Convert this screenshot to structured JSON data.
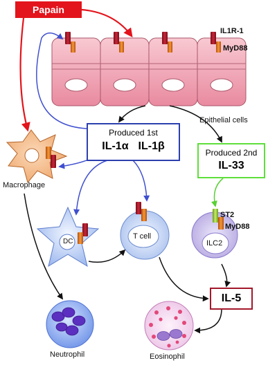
{
  "stimulus": {
    "label": "Papain",
    "color": "#e3141b"
  },
  "epithelium": {
    "label": "Epithelial cells",
    "receptor_label": "IL1R-1",
    "adaptor_label": "MyD88"
  },
  "first_wave": {
    "heading": "Produced 1st",
    "cytokine_a": "IL-1α",
    "cytokine_b": "IL-1β",
    "border_color": "#2b3fae"
  },
  "second_wave": {
    "heading": "Produced 2nd",
    "cytokine": "IL-33",
    "border_color": "#5ddf3a"
  },
  "cells": {
    "macrophage": "Macrophage",
    "dc": "DC",
    "t_cell": "T cell",
    "ilc2": "ILC2",
    "neutrophil": "Neutrophil",
    "eosinophil": "Eosinophil"
  },
  "ilc2_receptor": {
    "receptor_label": "ST2",
    "adaptor_label": "MyD88"
  },
  "output": {
    "cytokine": "IL-5",
    "border_color": "#a3172a"
  },
  "colors": {
    "arrow_red": "#e3141b",
    "arrow_blue": "#3f4fcf",
    "arrow_green": "#58d033",
    "arrow_black": "#111111",
    "receptor_red": "#b31e2a",
    "adaptor_orange": "#ea7a1d"
  }
}
